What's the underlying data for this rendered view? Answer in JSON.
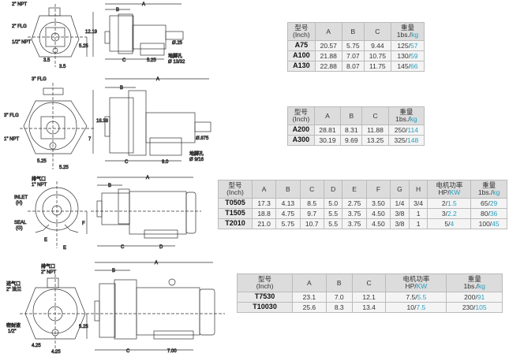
{
  "colors": {
    "accent": "#2a9fc0",
    "header_bg": "#dcdcdc"
  },
  "drawings": {
    "d1": {
      "top_port": "2\" NPT",
      "flange": "2\" FLG",
      "drain": "1/2\" NPT",
      "height": "12.19",
      "center_h": "5.25",
      "foot_l": "3.5",
      "foot_r": "3.5",
      "A": "A",
      "B": "B",
      "C": "C",
      "base": "5.25",
      "shaft": "Ø.25",
      "hole_label": "地脚孔",
      "hole": "Ø 13/32"
    },
    "d2": {
      "top_flange": "3\" FLG",
      "flange": "3\" FLG",
      "drain": "1\" NPT",
      "height": "18.38",
      "center_h": "7",
      "foot_l": "5.25",
      "foot_r": "5.25",
      "A": "A",
      "B": "B",
      "C": "C",
      "base": "9.0",
      "shaft": "Ø.875",
      "hole_label": "地脚孔",
      "hole": "Ø 9/16"
    },
    "d3": {
      "vent": "排气口",
      "vent_size": "1\" NPT",
      "inlet": "INLET",
      "inlet_code": "(H)",
      "seal": "SEAL",
      "seal_code": "(G)",
      "F": "F",
      "E1": "E",
      "E2": "E",
      "A": "A",
      "B": "B",
      "C": "C",
      "D": "D"
    },
    "d4": {
      "vent": "排气口",
      "vent_size": "2\" NPT",
      "inlet": "进气口",
      "inlet_size": "2\" 法兰",
      "seal": "密封液",
      "seal_size": "1/2\"",
      "center_h": "5.25",
      "foot_l": "4.25",
      "foot_r": "4.25",
      "A": "A",
      "B": "B",
      "C": "C",
      "base": "7.00"
    }
  },
  "tables": [
    {
      "headers": [
        "型号\n(Inch)",
        "A",
        "B",
        "C"
      ],
      "power": false,
      "rows": [
        {
          "model": "A75",
          "vals": [
            "20.57",
            "5.75",
            "9.44"
          ],
          "lbs": "125",
          "kg": "57"
        },
        {
          "model": "A100",
          "vals": [
            "21.88",
            "7.07",
            "10.75"
          ],
          "lbs": "130",
          "kg": "59"
        },
        {
          "model": "A130",
          "vals": [
            "22.88",
            "8.07",
            "11.75"
          ],
          "lbs": "145",
          "kg": "66"
        }
      ]
    },
    {
      "headers": [
        "型号\n(Inch)",
        "A",
        "B",
        "C"
      ],
      "power": false,
      "rows": [
        {
          "model": "A200",
          "vals": [
            "28.81",
            "8.31",
            "11.88"
          ],
          "lbs": "250",
          "kg": "114"
        },
        {
          "model": "A300",
          "vals": [
            "30.19",
            "9.69",
            "13.25"
          ],
          "lbs": "325",
          "kg": "148"
        }
      ]
    },
    {
      "headers": [
        "型号\n(Inch)",
        "A",
        "B",
        "C",
        "D",
        "E",
        "F",
        "G",
        "H"
      ],
      "power": true,
      "rows": [
        {
          "model": "T0505",
          "vals": [
            "17.3",
            "4.13",
            "8.5",
            "5.0",
            "2.75",
            "3.50",
            "1/4",
            "3/4"
          ],
          "hp": "2",
          "kw": "1.5",
          "lbs": "65",
          "kg": "29"
        },
        {
          "model": "T1505",
          "vals": [
            "18.8",
            "4.75",
            "9.7",
            "5.5",
            "3.75",
            "4.50",
            "3/8",
            "1"
          ],
          "hp": "3",
          "kw": "2.2",
          "lbs": "80",
          "kg": "36"
        },
        {
          "model": "T2010",
          "vals": [
            "21.0",
            "5.75",
            "10.7",
            "5.5",
            "3.75",
            "4.50",
            "3/8",
            "1"
          ],
          "hp": "5",
          "kw": "4",
          "lbs": "100",
          "kg": "45"
        }
      ]
    },
    {
      "headers": [
        "型号\n(Inch)",
        "A",
        "B",
        "C"
      ],
      "power": true,
      "rows": [
        {
          "model": "T7530",
          "vals": [
            "23.1",
            "7.0",
            "12.1"
          ],
          "hp": "7.5",
          "kw": "5.5",
          "lbs": "200",
          "kg": "91"
        },
        {
          "model": "T10030",
          "vals": [
            "25.6",
            "8.3",
            "13.4"
          ],
          "hp": "10",
          "kw": "7.5",
          "lbs": "230",
          "kg": "105"
        }
      ]
    }
  ],
  "labels": {
    "power_title": "电机功率",
    "power_unit_hp": "HP/",
    "power_unit_kw": "KW",
    "weight_title": "重量",
    "weight_unit_lbs": "1bs./",
    "weight_unit_kg": "kg"
  }
}
